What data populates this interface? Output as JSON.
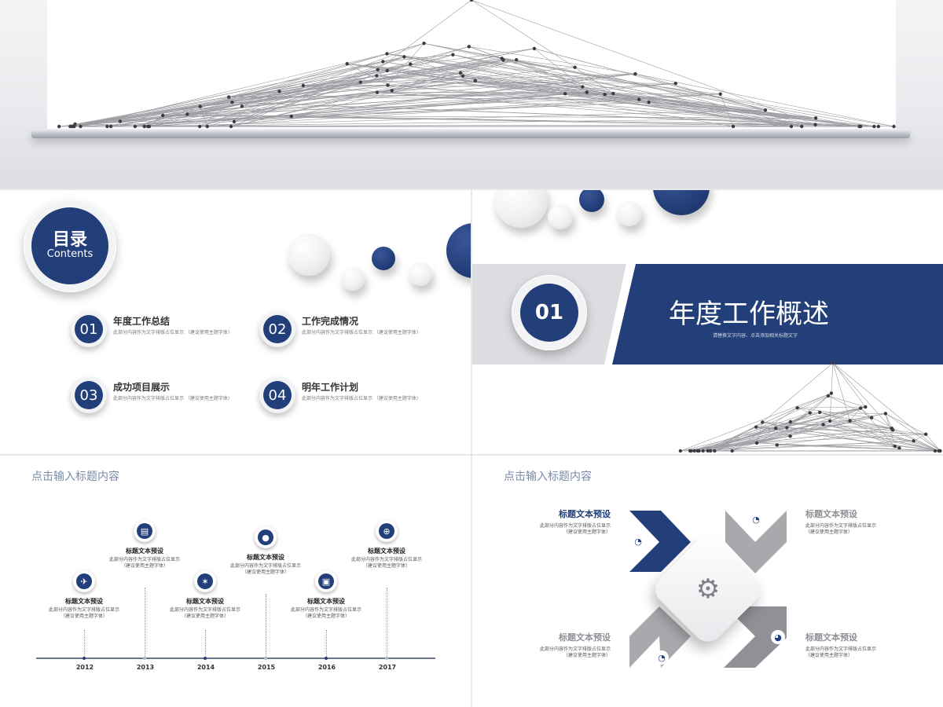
{
  "colors": {
    "navy": "#233f7a",
    "gray": "#a7a9ad",
    "dark_gray": "#8f9196",
    "title_gray": "#7a8aa8"
  },
  "toc": {
    "title": "目录",
    "subtitle": "Contents",
    "items": [
      {
        "num": "01",
        "title": "年度工作总结",
        "desc": "此部分内容作为文字排版占位显示 （建议使用主题字体）"
      },
      {
        "num": "02",
        "title": "工作完成情况",
        "desc": "此部分内容作为文字排版占位显示 （建议使用主题字体）"
      },
      {
        "num": "03",
        "title": "成功项目展示",
        "desc": "此部分内容作为文字排版占位显示 （建议使用主题字体）"
      },
      {
        "num": "04",
        "title": "明年工作计划",
        "desc": "此部分内容作为文字排版占位显示 （建议使用主题字体）"
      }
    ]
  },
  "section": {
    "num": "01",
    "title": "年度工作概述",
    "subtitle": "请替换文字内容、点击添加相关标题文字"
  },
  "timeline": {
    "title": "点击输入标题内容",
    "items": [
      {
        "icon": "airplane-icon",
        "glyph": "✈",
        "heading": "标题文本预设",
        "body": "此部分内容作为文字排版占位显示（建议使用主题字体）"
      },
      {
        "icon": "document-icon",
        "glyph": "▤",
        "heading": "标题文本预设",
        "body": "此部分内容作为文字排版占位显示（建议使用主题字体）"
      },
      {
        "icon": "star-icon",
        "glyph": "✶",
        "heading": "标题文本预设",
        "body": "此部分内容作为文字排版占位显示（建议使用主题字体）"
      },
      {
        "icon": "person-icon",
        "glyph": "●",
        "heading": "标题文本预设",
        "body": "此部分内容作为文字排版占位显示（建议使用主题字体）"
      },
      {
        "icon": "briefcase-icon",
        "glyph": "▣",
        "heading": "标题文本预设",
        "body": "此部分内容作为文字排版占位显示（建议使用主题字体）"
      },
      {
        "icon": "globe-icon",
        "glyph": "⊕",
        "heading": "标题文本预设",
        "body": "此部分内容作为文字排版占位显示（建议使用主题字体）"
      }
    ],
    "years": [
      "2012",
      "2013",
      "2014",
      "2015",
      "2016",
      "2017"
    ]
  },
  "diagram": {
    "title": "点击输入标题内容",
    "blocks": [
      {
        "heading": "标题文本预设",
        "line1": "此部分内容作为文字排版占位显示",
        "line2": "（建议使用主题字体）"
      },
      {
        "heading": "标题文本预设",
        "line1": "此部分内容作为文字排版占位显示",
        "line2": "（建议使用主题字体）"
      },
      {
        "heading": "标题文本预设",
        "line1": "此部分内容作为文字排版占位显示",
        "line2": "（建议使用主题字体）"
      },
      {
        "heading": "标题文本预设",
        "line1": "此部分内容作为文字排版占位显示",
        "line2": "（建议使用主题字体）"
      }
    ]
  }
}
